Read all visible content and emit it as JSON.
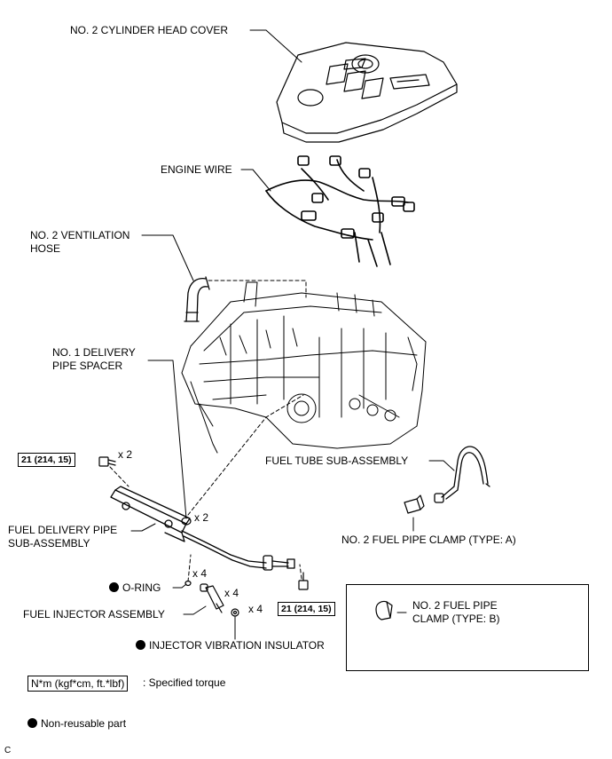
{
  "labels": {
    "cylinder_head_cover": "NO. 2 CYLINDER HEAD COVER",
    "engine_wire": "ENGINE WIRE",
    "ventilation_hose_1": "NO. 2 VENTILATION",
    "ventilation_hose_2": "HOSE",
    "delivery_pipe_spacer_1": "NO. 1 DELIVERY",
    "delivery_pipe_spacer_2": "PIPE SPACER",
    "fuel_tube": "FUEL TUBE SUB-ASSEMBLY",
    "fuel_delivery_pipe_1": "FUEL DELIVERY PIPE",
    "fuel_delivery_pipe_2": "SUB-ASSEMBLY",
    "clamp_type_a": "NO. 2 FUEL PIPE CLAMP (TYPE: A)",
    "clamp_type_b_1": "NO. 2 FUEL PIPE",
    "clamp_type_b_2": "CLAMP (TYPE: B)",
    "o_ring": "O-RING",
    "fuel_injector": "FUEL INJECTOR ASSEMBLY",
    "vibration_insulator": "INJECTOR VIBRATION INSULATOR"
  },
  "quantities": {
    "bolt_top": "x 2",
    "spacer": "x 2",
    "o_ring": "x 4",
    "injector": "x 4",
    "insulator": "x 4"
  },
  "torques": {
    "delivery_pipe_bolt": "21 (214, 15)",
    "fuel_tube_bolt": "21 (214, 15)"
  },
  "legend": {
    "torque_unit": "N*m (kgf*cm, ft.*lbf)",
    "torque_desc": ": Specified torque",
    "non_reusable": "Non-reusable part"
  },
  "corner_code": "C"
}
